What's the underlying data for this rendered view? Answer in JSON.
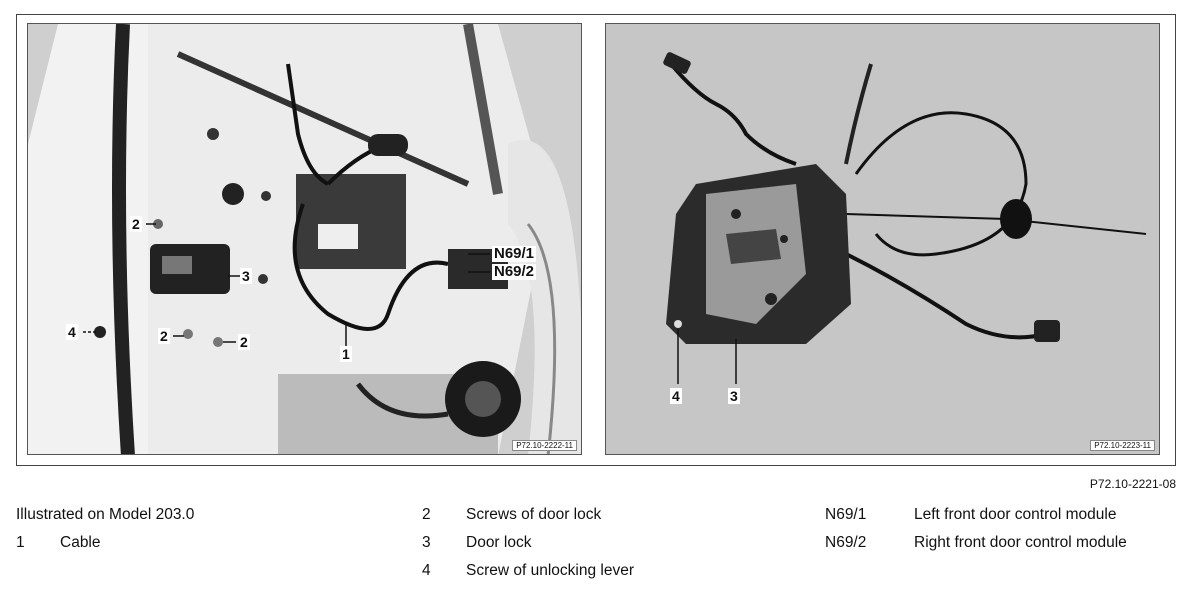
{
  "figure": {
    "code": "P72.10-2221-08",
    "left_photo_code": "P72.10-2222-11",
    "right_photo_code": "P72.10-2223-11"
  },
  "callouts_left": {
    "c1": "1",
    "c2a": "2",
    "c2b": "2",
    "c2c": "2",
    "c3": "3",
    "c4": "4",
    "n691": "N69/1",
    "n692": "N69/2"
  },
  "callouts_right": {
    "c3": "3",
    "c4": "4"
  },
  "legend": {
    "model_note": "Illustrated on Model 203.0",
    "col1": [
      {
        "num": "1",
        "text": "Cable"
      }
    ],
    "col2": [
      {
        "num": "2",
        "text": "Screws of door lock"
      },
      {
        "num": "3",
        "text": "Door lock"
      },
      {
        "num": "4",
        "text": "Screw of unlocking lever"
      }
    ],
    "col3": [
      {
        "num": "N69/1",
        "text": "Left front door control module"
      },
      {
        "num": "N69/2",
        "text": "Right front door control module"
      }
    ]
  },
  "colors": {
    "photo_bg_left": "#d9d9d9",
    "photo_bg_right": "#c9c9c9",
    "ink": "#111111"
  }
}
